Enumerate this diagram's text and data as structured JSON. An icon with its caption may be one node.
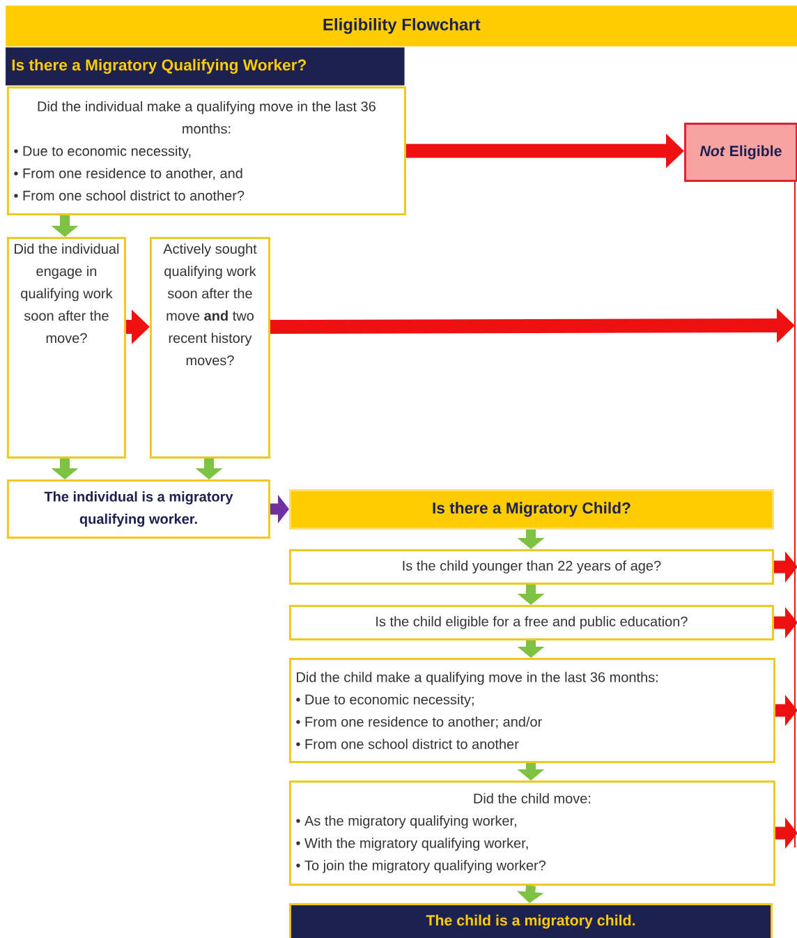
{
  "diagram": {
    "nodes": [
      {
        "text": [
          "Eligibility Flowchart"
        ]
      },
      {
        "text": [
          "Is there a Migratory Qualifying Worker?"
        ]
      },
      {
        "text": [
          "Did the individual make a qualifying move in the last 36 months:",
          "• Due to economic necessity,",
          "• From one residence to another, and",
          "• From one school district to another?"
        ]
      },
      {
        "text": [
          "*Not* Eligible"
        ]
      },
      {
        "text": [
          "Did the individual engage in qualifying work soon after the move?"
        ]
      },
      {
        "text": [
          "Actively sought qualifying work soon after the move **and** two recent history moves?"
        ]
      },
      {
        "text": [
          "The individual is a migratory qualifying worker."
        ]
      },
      {
        "text": [
          "Is there a Migratory Child?"
        ]
      },
      {
        "text": [
          "Is the child younger than 22 years of age?"
        ]
      },
      {
        "text": [
          "Is the child eligible for a free and public education?"
        ]
      },
      {
        "text": [
          "Did the child make a qualifying move in the last 36 months:",
          "• Due to economic necessity;",
          "• From one residence to another; and/or",
          "• From one school district to another"
        ]
      },
      {
        "text": [
          "Did the child move:",
          "• As the migratory qualifying worker,",
          "• With the migratory qualifying worker,",
          "• To join the migratory qualifying worker?"
        ]
      },
      {
        "text": [
          "The child is a migratory child."
        ]
      }
    ],
    "edges": [
      {
        "from": 2,
        "to": 3,
        "arrow": "to",
        "color": "#ee1111"
      },
      {
        "from": 2,
        "to": 4,
        "arrow": "to",
        "color": "#7dc242"
      },
      {
        "from": 4,
        "to": 5,
        "arrow": "to",
        "color": "#ee1111"
      },
      {
        "from": 5,
        "to": null,
        "arrow": "to",
        "color": "#ee1111"
      },
      {
        "from": 4,
        "to": 6,
        "arrow": "to",
        "color": "#7dc242"
      },
      {
        "from": 5,
        "to": 6,
        "arrow": "to",
        "color": "#7dc242"
      },
      {
        "from": 6,
        "to": 7,
        "arrow": "to",
        "color": "#7030a0"
      },
      {
        "from": 7,
        "to": 8,
        "arrow": "to",
        "color": "#7dc242"
      },
      {
        "from": 8,
        "to": 9,
        "arrow": "to",
        "color": "#7dc242"
      },
      {
        "from": 9,
        "to": 10,
        "arrow": "to",
        "color": "#7dc242"
      },
      {
        "from": 10,
        "to": 11,
        "arrow": "to",
        "color": "#7dc242"
      },
      {
        "from": 11,
        "to": 12,
        "arrow": "to",
        "color": "#7dc242"
      },
      {
        "from": 8,
        "to": null,
        "arrow": "to",
        "color": "#ee1111"
      },
      {
        "from": 9,
        "to": null,
        "arrow": "to",
        "color": "#ee1111"
      },
      {
        "from": 10,
        "to": null,
        "arrow": "to",
        "color": "#ee1111"
      },
      {
        "from": 11,
        "to": null,
        "arrow": "to",
        "color": "#ee1111"
      },
      {
        "from": null,
        "to": 3,
        "arrow": "none",
        "color": "#ee1111"
      }
    ]
  }
}
